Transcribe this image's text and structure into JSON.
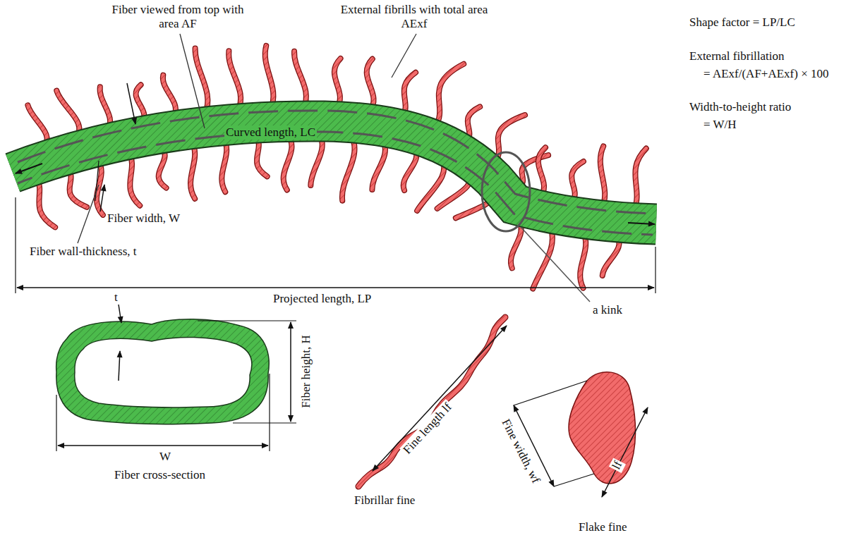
{
  "diagram": {
    "labels": [
      "Fiber viewed from top with area AF",
      "External fibrills with total area AExf",
      "Curved length, LC",
      "Fiber width, W",
      "Fiber wall-thickness, t",
      "Projected length, LP",
      "a kink",
      "Shape factor = LP/LC",
      "External fibrillation",
      "= AExf/(AF+AExf) × 100",
      "Width-to-height ratio",
      "= W/H",
      "t",
      "Fiber height, H",
      "W",
      "Fiber cross-section",
      "Fine length lf",
      "Fibrillar fine",
      "Fine width, wf",
      "lf",
      "Flake fine"
    ]
  }
}
